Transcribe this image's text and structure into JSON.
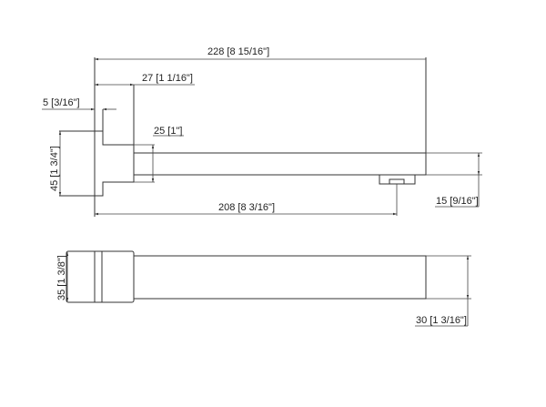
{
  "dimensions": {
    "overall_length": "228 [8 15/16\"]",
    "flange_depth": "27 [1 1/16\"]",
    "wall_offset": "5 [3/16\"]",
    "pipe_height": "25 [1\"]",
    "flange_height": "45 [1 3/4\"]",
    "outlet_distance": "208 [8 3/16\"]",
    "outlet_drop": "15 [9/16\"]",
    "side_flange_width": "35 [1 3/8\"]",
    "side_pipe_width": "30 [1 3/16\"]"
  }
}
